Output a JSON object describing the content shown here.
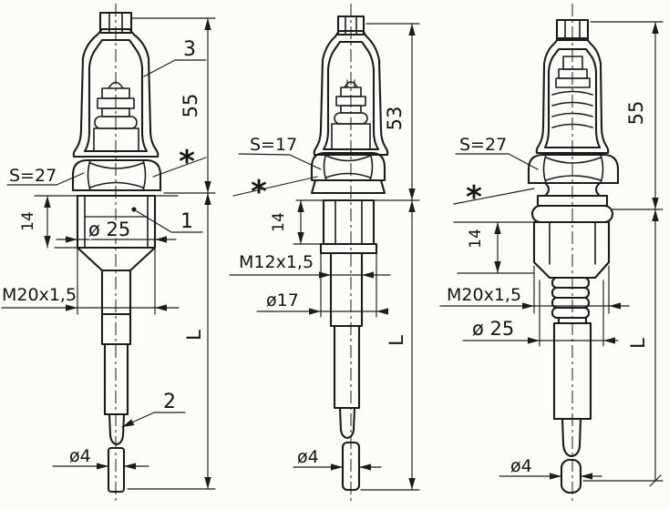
{
  "drawing": {
    "title": "three-probe-technical-drawing",
    "background": "#fcfcf9",
    "line_color": "#1c1c1c",
    "figures": [
      {
        "name": "probe-variant-1",
        "callout_cap": "3",
        "callout_body": "1",
        "callout_tip": "2",
        "wrench_size": "S=27",
        "asterisk": "*",
        "dim_top": "55",
        "dim_collar": "14",
        "dim_body_dia": "ø 25",
        "dim_thread": "M20x1,5",
        "dim_length": "L",
        "dim_tip_dia": "ø4"
      },
      {
        "name": "probe-variant-2",
        "wrench_size": "S=17",
        "asterisk": "*",
        "dim_top": "53",
        "dim_collar": "14",
        "dim_thread": "M12x1,5",
        "dim_body_dia": "ø17",
        "dim_length": "L",
        "dim_tip_dia": "ø4"
      },
      {
        "name": "probe-variant-3",
        "wrench_size": "S=27",
        "asterisk": "*",
        "dim_top": "55",
        "dim_collar": "14",
        "dim_thread": "M20x1,5",
        "dim_body_dia": "ø 25",
        "dim_length": "L",
        "dim_tip_dia": "ø4"
      }
    ]
  }
}
